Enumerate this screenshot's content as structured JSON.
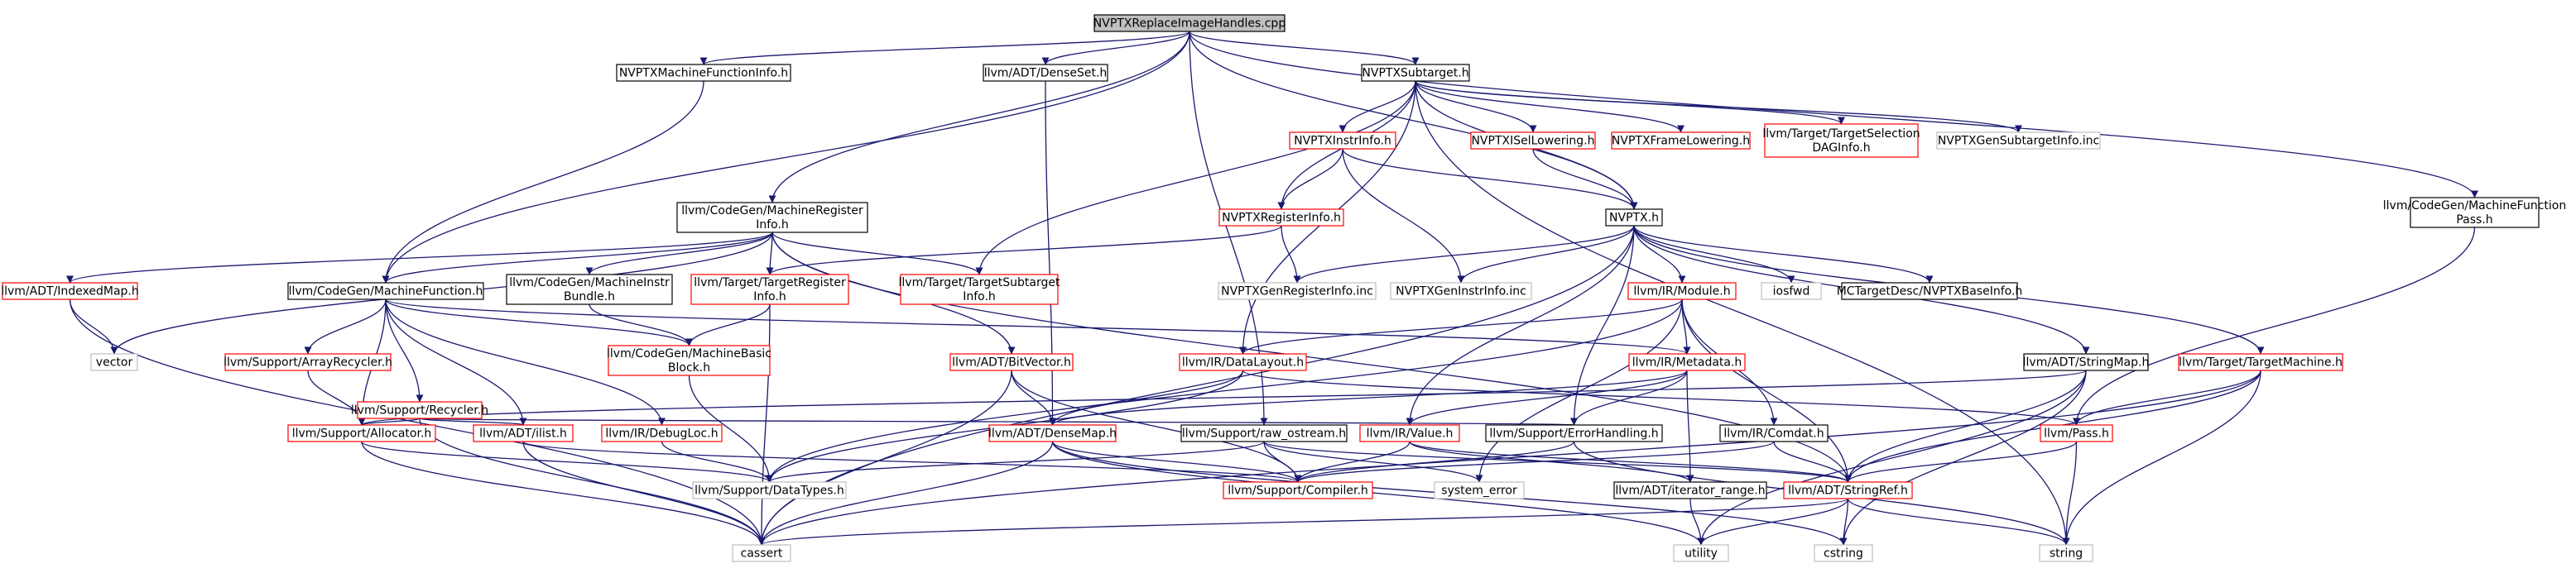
{
  "graph": {
    "colors": {
      "root_fill": "#bfbfbf",
      "root_border": "#000000",
      "documented_border": "#000000",
      "missing_border": "#ff0000",
      "external_border": "#bfbfbf",
      "node_fill": "#ffffff",
      "text": "#000000",
      "edge": "#191970"
    },
    "nodes": [
      {
        "id": "root",
        "label": "NVPTXReplaceImageHandles.cpp",
        "kind": "root"
      },
      {
        "id": "mfi",
        "label": "NVPTXMachineFunctionInfo.h",
        "kind": "documented"
      },
      {
        "id": "denseset",
        "label": "llvm/ADT/DenseSet.h",
        "kind": "documented"
      },
      {
        "id": "subtarget",
        "label": "NVPTXSubtarget.h",
        "kind": "documented"
      },
      {
        "id": "mfpass",
        "label": [
          "llvm/CodeGen/MachineFunction",
          "Pass.h"
        ],
        "kind": "documented"
      },
      {
        "id": "instrinfo",
        "label": "NVPTXInstrInfo.h",
        "kind": "missing"
      },
      {
        "id": "isellowering",
        "label": "NVPTXISelLowering.h",
        "kind": "missing"
      },
      {
        "id": "framelowering",
        "label": "NVPTXFrameLowering.h",
        "kind": "missing"
      },
      {
        "id": "tsdag",
        "label": [
          "llvm/Target/TargetSelection",
          "DAGInfo.h"
        ],
        "kind": "missing"
      },
      {
        "id": "gensubinc",
        "label": "NVPTXGenSubtargetInfo.inc",
        "kind": "external"
      },
      {
        "id": "reginfo",
        "label": [
          "llvm/CodeGen/MachineRegister",
          "Info.h"
        ],
        "kind": "documented"
      },
      {
        "id": "nvptxreginfo",
        "label": "NVPTXRegisterInfo.h",
        "kind": "missing"
      },
      {
        "id": "nvptx",
        "label": "NVPTX.h",
        "kind": "documented"
      },
      {
        "id": "indexedmap",
        "label": "llvm/ADT/IndexedMap.h",
        "kind": "missing"
      },
      {
        "id": "mf",
        "label": "llvm/CodeGen/MachineFunction.h",
        "kind": "documented"
      },
      {
        "id": "mib",
        "label": [
          "llvm/CodeGen/MachineInstr",
          "Bundle.h"
        ],
        "kind": "documented"
      },
      {
        "id": "tri",
        "label": [
          "llvm/Target/TargetRegister",
          "Info.h"
        ],
        "kind": "missing"
      },
      {
        "id": "tsi",
        "label": [
          "llvm/Target/TargetSubtarget",
          "Info.h"
        ],
        "kind": "missing"
      },
      {
        "id": "genreginc",
        "label": "NVPTXGenRegisterInfo.inc",
        "kind": "external"
      },
      {
        "id": "geninstrinc",
        "label": "NVPTXGenInstrInfo.inc",
        "kind": "external"
      },
      {
        "id": "module",
        "label": "llvm/IR/Module.h",
        "kind": "missing"
      },
      {
        "id": "iosfwd",
        "label": "iosfwd",
        "kind": "external"
      },
      {
        "id": "mcbase",
        "label": "MCTargetDesc/NVPTXBaseInfo.h",
        "kind": "documented"
      },
      {
        "id": "vector",
        "label": "vector",
        "kind": "external"
      },
      {
        "id": "mbb",
        "label": [
          "llvm/CodeGen/MachineBasic",
          "Block.h"
        ],
        "kind": "missing"
      },
      {
        "id": "bitvector",
        "label": "llvm/ADT/BitVector.h",
        "kind": "missing"
      },
      {
        "id": "datalayout",
        "label": "llvm/IR/DataLayout.h",
        "kind": "missing"
      },
      {
        "id": "metadata",
        "label": "llvm/IR/Metadata.h",
        "kind": "missing"
      },
      {
        "id": "stringmap",
        "label": "llvm/ADT/StringMap.h",
        "kind": "documented"
      },
      {
        "id": "targetmachine",
        "label": "llvm/Target/TargetMachine.h",
        "kind": "missing"
      },
      {
        "id": "arrayrecycler",
        "label": "llvm/Support/ArrayRecycler.h",
        "kind": "missing"
      },
      {
        "id": "recycler",
        "label": "llvm/Support/Recycler.h",
        "kind": "missing"
      },
      {
        "id": "allocator",
        "label": "llvm/Support/Allocator.h",
        "kind": "missing"
      },
      {
        "id": "ilist",
        "label": "llvm/ADT/ilist.h",
        "kind": "missing"
      },
      {
        "id": "debugloc",
        "label": "llvm/IR/DebugLoc.h",
        "kind": "missing"
      },
      {
        "id": "densemap",
        "label": "llvm/ADT/DenseMap.h",
        "kind": "missing"
      },
      {
        "id": "rawostream",
        "label": "llvm/Support/raw_ostream.h",
        "kind": "documented"
      },
      {
        "id": "value",
        "label": "llvm/IR/Value.h",
        "kind": "missing"
      },
      {
        "id": "errorhandling",
        "label": "llvm/Support/ErrorHandling.h",
        "kind": "documented"
      },
      {
        "id": "comdat",
        "label": "llvm/IR/Comdat.h",
        "kind": "documented"
      },
      {
        "id": "pass",
        "label": "llvm/Pass.h",
        "kind": "missing"
      },
      {
        "id": "datatypes",
        "label": "llvm/Support/DataTypes.h",
        "kind": "external"
      },
      {
        "id": "compiler",
        "label": "llvm/Support/Compiler.h",
        "kind": "missing"
      },
      {
        "id": "systemerror",
        "label": "system_error",
        "kind": "external"
      },
      {
        "id": "iterrange",
        "label": "llvm/ADT/iterator_range.h",
        "kind": "documented"
      },
      {
        "id": "stringref",
        "label": "llvm/ADT/StringRef.h",
        "kind": "missing"
      },
      {
        "id": "cassert",
        "label": "cassert",
        "kind": "external"
      },
      {
        "id": "utility",
        "label": "utility",
        "kind": "external"
      },
      {
        "id": "cstring",
        "label": "cstring",
        "kind": "external"
      },
      {
        "id": "string",
        "label": "string",
        "kind": "external"
      }
    ],
    "edges": [
      [
        "root",
        "mfi"
      ],
      [
        "root",
        "denseset"
      ],
      [
        "root",
        "subtarget"
      ],
      [
        "root",
        "mfpass"
      ],
      [
        "root",
        "reginfo"
      ],
      [
        "root",
        "mf"
      ],
      [
        "root",
        "nvptx"
      ],
      [
        "root",
        "rawostream"
      ],
      [
        "mfi",
        "mf"
      ],
      [
        "denseset",
        "densemap"
      ],
      [
        "subtarget",
        "instrinfo"
      ],
      [
        "subtarget",
        "isellowering"
      ],
      [
        "subtarget",
        "framelowering"
      ],
      [
        "subtarget",
        "tsdag"
      ],
      [
        "subtarget",
        "gensubinc"
      ],
      [
        "subtarget",
        "nvptxreginfo"
      ],
      [
        "subtarget",
        "nvptx"
      ],
      [
        "subtarget",
        "tsi"
      ],
      [
        "subtarget",
        "datalayout"
      ],
      [
        "subtarget",
        "string"
      ],
      [
        "instrinfo",
        "nvptx"
      ],
      [
        "instrinfo",
        "nvptxreginfo"
      ],
      [
        "instrinfo",
        "geninstrinc"
      ],
      [
        "isellowering",
        "nvptx"
      ],
      [
        "mfpass",
        "pass"
      ],
      [
        "reginfo",
        "indexedmap"
      ],
      [
        "reginfo",
        "mf"
      ],
      [
        "reginfo",
        "mib"
      ],
      [
        "reginfo",
        "tri"
      ],
      [
        "reginfo",
        "tsi"
      ],
      [
        "reginfo",
        "bitvector"
      ],
      [
        "reginfo",
        "vector"
      ],
      [
        "reginfo",
        "stringref"
      ],
      [
        "nvptxreginfo",
        "genreginc"
      ],
      [
        "nvptxreginfo",
        "tri"
      ],
      [
        "nvptx",
        "genreginc"
      ],
      [
        "nvptx",
        "geninstrinc"
      ],
      [
        "nvptx",
        "module"
      ],
      [
        "nvptx",
        "iosfwd"
      ],
      [
        "nvptx",
        "mcbase"
      ],
      [
        "nvptx",
        "stringmap"
      ],
      [
        "nvptx",
        "targetmachine"
      ],
      [
        "nvptx",
        "value"
      ],
      [
        "nvptx",
        "errorhandling"
      ],
      [
        "nvptx",
        "cassert"
      ],
      [
        "indexedmap",
        "vector"
      ],
      [
        "indexedmap",
        "cassert"
      ],
      [
        "mf",
        "mbb"
      ],
      [
        "mf",
        "arrayrecycler"
      ],
      [
        "mf",
        "recycler"
      ],
      [
        "mf",
        "allocator"
      ],
      [
        "mf",
        "ilist"
      ],
      [
        "mf",
        "debugloc"
      ],
      [
        "mf",
        "metadata"
      ],
      [
        "mib",
        "mbb"
      ],
      [
        "tri",
        "mbb"
      ],
      [
        "tri",
        "cassert"
      ],
      [
        "module",
        "datalayout"
      ],
      [
        "module",
        "metadata"
      ],
      [
        "module",
        "comdat"
      ],
      [
        "module",
        "datatypes"
      ],
      [
        "module",
        "systemerror"
      ],
      [
        "module",
        "stringref"
      ],
      [
        "mbb",
        "datatypes"
      ],
      [
        "bitvector",
        "densemap"
      ],
      [
        "bitvector",
        "compiler"
      ],
      [
        "bitvector",
        "cassert"
      ],
      [
        "datalayout",
        "densemap"
      ],
      [
        "datalayout",
        "pass"
      ],
      [
        "datalayout",
        "datatypes"
      ],
      [
        "metadata",
        "value"
      ],
      [
        "metadata",
        "errorhandling"
      ],
      [
        "metadata",
        "iterrange"
      ],
      [
        "metadata",
        "densemap"
      ],
      [
        "stringmap",
        "allocator"
      ],
      [
        "stringmap",
        "stringref"
      ],
      [
        "stringmap",
        "cstring"
      ],
      [
        "stringmap",
        "utility"
      ],
      [
        "targetmachine",
        "pass"
      ],
      [
        "targetmachine",
        "stringref"
      ],
      [
        "targetmachine",
        "string"
      ],
      [
        "targetmachine",
        "cassert"
      ],
      [
        "arrayrecycler",
        "allocator"
      ],
      [
        "recycler",
        "allocator"
      ],
      [
        "recycler",
        "ilist"
      ],
      [
        "recycler",
        "errorhandling"
      ],
      [
        "recycler",
        "cassert"
      ],
      [
        "allocator",
        "datatypes"
      ],
      [
        "allocator",
        "cassert"
      ],
      [
        "ilist",
        "compiler"
      ],
      [
        "ilist",
        "cassert"
      ],
      [
        "debugloc",
        "datatypes"
      ],
      [
        "densemap",
        "compiler"
      ],
      [
        "densemap",
        "cassert"
      ],
      [
        "densemap",
        "utility"
      ],
      [
        "densemap",
        "cstring"
      ],
      [
        "rawostream",
        "compiler"
      ],
      [
        "rawostream",
        "datatypes"
      ],
      [
        "rawostream",
        "systemerror"
      ],
      [
        "rawostream",
        "stringref"
      ],
      [
        "value",
        "compiler"
      ],
      [
        "value",
        "iterrange"
      ],
      [
        "value",
        "stringref"
      ],
      [
        "errorhandling",
        "compiler"
      ],
      [
        "errorhandling",
        "string"
      ],
      [
        "comdat",
        "compiler"
      ],
      [
        "comdat",
        "stringref"
      ],
      [
        "pass",
        "stringref"
      ],
      [
        "pass",
        "string"
      ],
      [
        "iterrange",
        "utility"
      ],
      [
        "stringref",
        "cassert"
      ],
      [
        "stringref",
        "cstring"
      ],
      [
        "stringref",
        "string"
      ],
      [
        "stringref",
        "utility"
      ]
    ]
  }
}
